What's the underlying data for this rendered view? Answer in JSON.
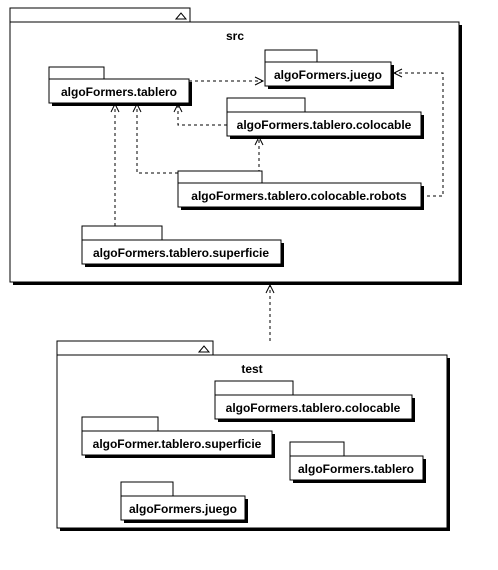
{
  "frames": {
    "src": {
      "title": "src"
    },
    "test": {
      "title": "test"
    }
  },
  "packages": {
    "src_tablero": "algoFormers.tablero",
    "src_juego": "algoFormers.juego",
    "src_colocable": "algoFormers.tablero.colocable",
    "src_robots": "algoFormers.tablero.colocable.robots",
    "src_superficie": "algoFormers.tablero.superficie",
    "test_colocable": "algoFormers.tablero.colocable",
    "test_superficie": "algoFormer.tablero.superficie",
    "test_tablero": "algoFormers.tablero",
    "test_juego": "algoFormers.juego"
  },
  "icons": {
    "frame_collapse": "collapse-triangle-icon"
  },
  "colors": {
    "line": "#000000",
    "fill": "#ffffff"
  }
}
